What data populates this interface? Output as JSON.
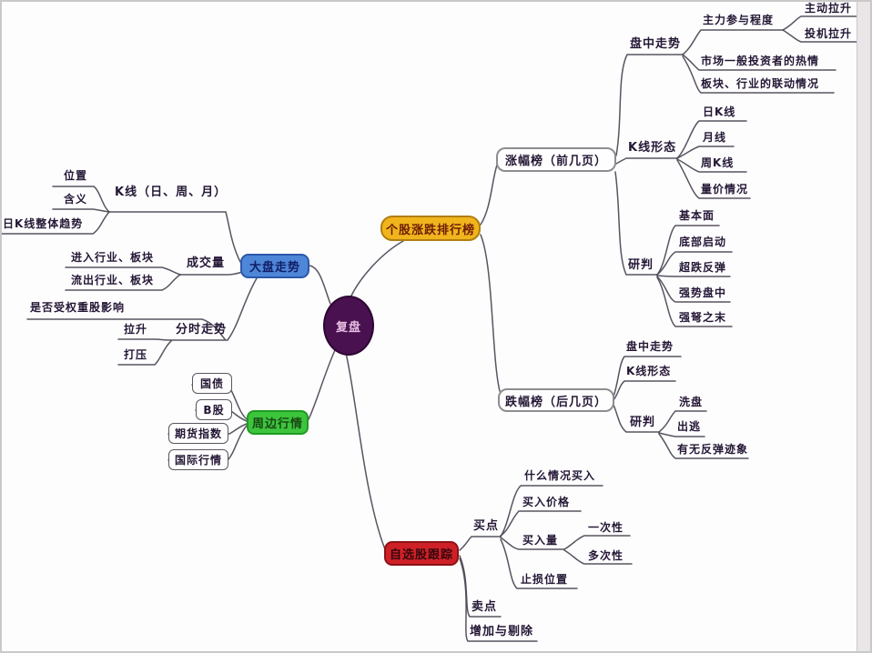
{
  "mindmap": {
    "root": {
      "label": "复盘"
    },
    "dapan": {
      "label": "大盘走势",
      "kline": {
        "label": "K线（日、周、月）",
        "children": [
          "位置",
          "含义",
          "日K线整体趋势"
        ]
      },
      "volume": {
        "label": "成交量",
        "children": [
          "进入行业、板块",
          "流出行业、板块"
        ]
      },
      "fenshi": {
        "label": "分时走势",
        "children": [
          "是否受权重股影响",
          "拉升",
          "打压"
        ]
      }
    },
    "zhoubian": {
      "label": "周边行情",
      "children": [
        "国债",
        "B股",
        "期货指数",
        "国际行情"
      ]
    },
    "ranking": {
      "label": "个股涨跌排行榜",
      "gainers": {
        "label": "涨幅榜（前几页）",
        "intraday": {
          "label": "盘中走势",
          "zhuli": {
            "label": "主力参与程度",
            "children": [
              "主动拉升",
              "投机拉升"
            ]
          },
          "children": [
            "市场一般投资者的热情",
            "板块、行业的联动情况"
          ]
        },
        "kline": {
          "label": "K线形态",
          "children": [
            "日K线",
            "月线",
            "周K线",
            "量价情况"
          ]
        },
        "judge": {
          "label": "研判",
          "children": [
            "基本面",
            "底部启动",
            "超跌反弹",
            "强势盘中",
            "强弩之末"
          ]
        }
      },
      "losers": {
        "label": "跌幅榜（后几页）",
        "intraday": {
          "label": "盘中走势"
        },
        "kline": {
          "label": "K线形态"
        },
        "judge": {
          "label": "研判",
          "children": [
            "洗盘",
            "出逃",
            "有无反弹迹象"
          ]
        }
      }
    },
    "watchlist": {
      "label": "自选股跟踪",
      "buy": {
        "label": "买点",
        "children": [
          "什么情况买入",
          "买入价格"
        ],
        "amount": {
          "label": "买入量",
          "children": [
            "一次性",
            "多次性"
          ]
        },
        "stop": {
          "label": "止损位置"
        }
      },
      "sell": {
        "label": "卖点"
      },
      "adjust": {
        "label": "增加与剔除"
      }
    },
    "colors": {
      "root": "#4a1150",
      "dapan": "#4e86d8",
      "zhoubian": "#3cc53c",
      "ranking": "#f0b41c",
      "watchlist": "#ce2127",
      "lines": "#4b4552"
    }
  }
}
